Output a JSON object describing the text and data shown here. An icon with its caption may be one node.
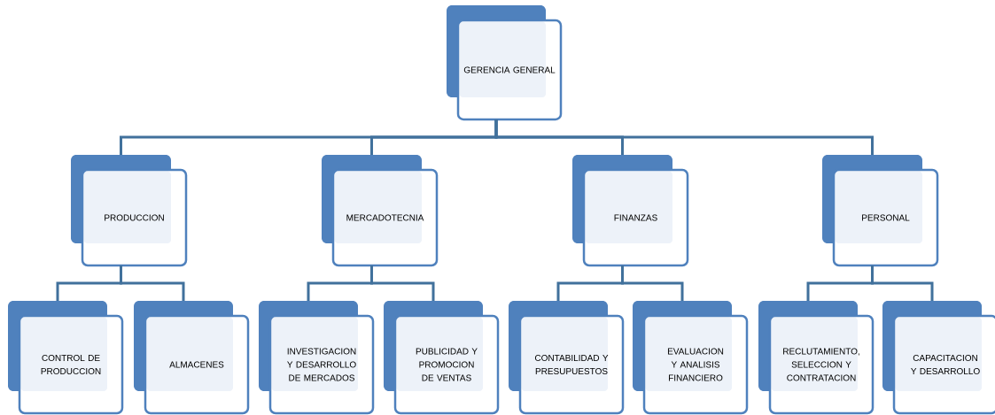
{
  "diagram": {
    "nodes": [
      {
        "text": [
          "GERENCIA GENERAL"
        ]
      },
      {
        "text": [
          "PRODUCCION"
        ]
      },
      {
        "text": [
          "MERCADOTECNIA"
        ]
      },
      {
        "text": [
          "FINANZAS"
        ]
      },
      {
        "text": [
          "PERSONAL"
        ]
      },
      {
        "text": [
          "CONTROL DE PRODUCCION"
        ]
      },
      {
        "text": [
          "ALMACENES"
        ]
      },
      {
        "text": [
          "INVESTIGACION Y DESARROLLO DE MERCADOS"
        ]
      },
      {
        "text": [
          "PUBLICIDAD Y PROMOCION DE VENTAS"
        ]
      },
      {
        "text": [
          "CONTABILIDAD Y PRESUPUESTOS"
        ]
      },
      {
        "text": [
          "EVALUACION Y ANALISIS FINANCIERO"
        ]
      },
      {
        "text": [
          "RECLUTAMIENTO, SELECCION Y CONTRATACION"
        ]
      },
      {
        "text": [
          "CAPACITACION Y DESARROLLO"
        ]
      }
    ],
    "edges": [
      {
        "from": 0,
        "to": 1,
        "arrow": "none"
      },
      {
        "from": 0,
        "to": 2,
        "arrow": "none"
      },
      {
        "from": 0,
        "to": 3,
        "arrow": "none"
      },
      {
        "from": 0,
        "to": 4,
        "arrow": "none"
      },
      {
        "from": 1,
        "to": 5,
        "arrow": "none"
      },
      {
        "from": 1,
        "to": 6,
        "arrow": "none"
      },
      {
        "from": 2,
        "to": 7,
        "arrow": "none"
      },
      {
        "from": 2,
        "to": 8,
        "arrow": "none"
      },
      {
        "from": 3,
        "to": 9,
        "arrow": "none"
      },
      {
        "from": 3,
        "to": 10,
        "arrow": "none"
      },
      {
        "from": 4,
        "to": 11,
        "arrow": "none"
      },
      {
        "from": 4,
        "to": 12,
        "arrow": "none"
      }
    ]
  }
}
